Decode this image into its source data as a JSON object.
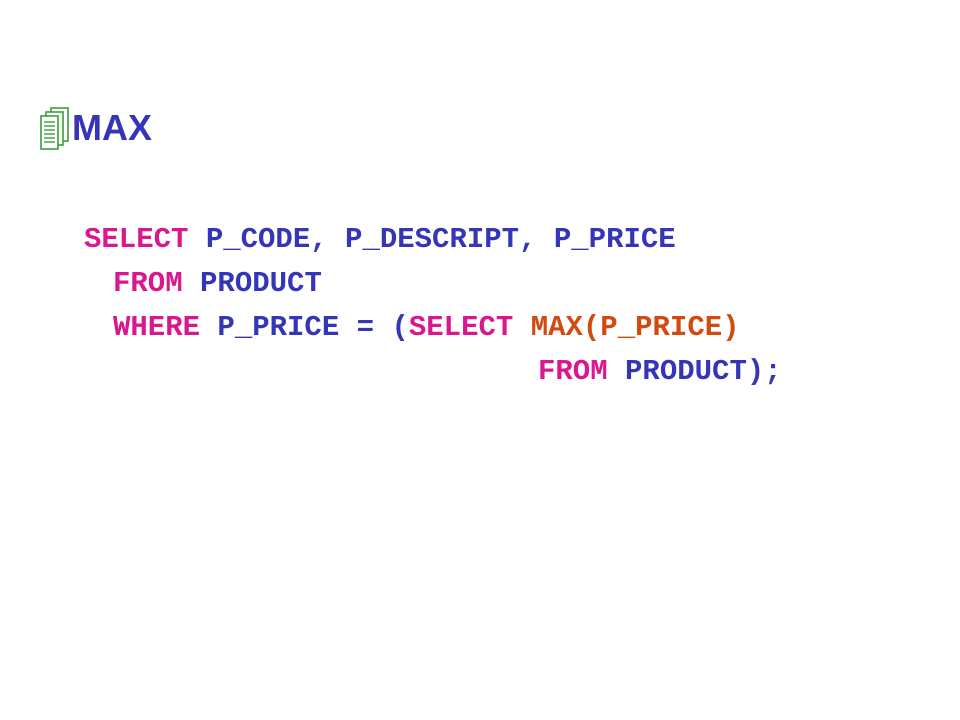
{
  "colors": {
    "keyword": "#d9178f",
    "identifier": "#3535b8",
    "function": "#d14a0f",
    "heading": "#3535b8",
    "icon": "#3a9e3a"
  },
  "heading": {
    "icon": "document-stack-icon",
    "title": "MAX"
  },
  "code": {
    "lines": [
      {
        "tokens": [
          {
            "text": "SELECT",
            "kind": "keyword"
          },
          {
            "text": " P_CODE, P_DESCRIPT, P_PRICE",
            "kind": "identifier"
          }
        ]
      },
      {
        "tokens": [
          {
            "text": "FROM",
            "kind": "keyword"
          },
          {
            "text": " PRODUCT",
            "kind": "identifier"
          }
        ]
      },
      {
        "tokens": [
          {
            "text": "WHERE",
            "kind": "keyword"
          },
          {
            "text": " P_PRICE = (",
            "kind": "identifier"
          },
          {
            "text": "SELECT",
            "kind": "keyword"
          },
          {
            "text": " ",
            "kind": "identifier"
          },
          {
            "text": "MAX",
            "kind": "function"
          },
          {
            "text": "(P_PRICE)",
            "kind": "function"
          }
        ]
      },
      {
        "tokens": [
          {
            "text": "FROM",
            "kind": "keyword"
          },
          {
            "text": " PRODUCT);",
            "kind": "identifier"
          }
        ]
      }
    ]
  }
}
